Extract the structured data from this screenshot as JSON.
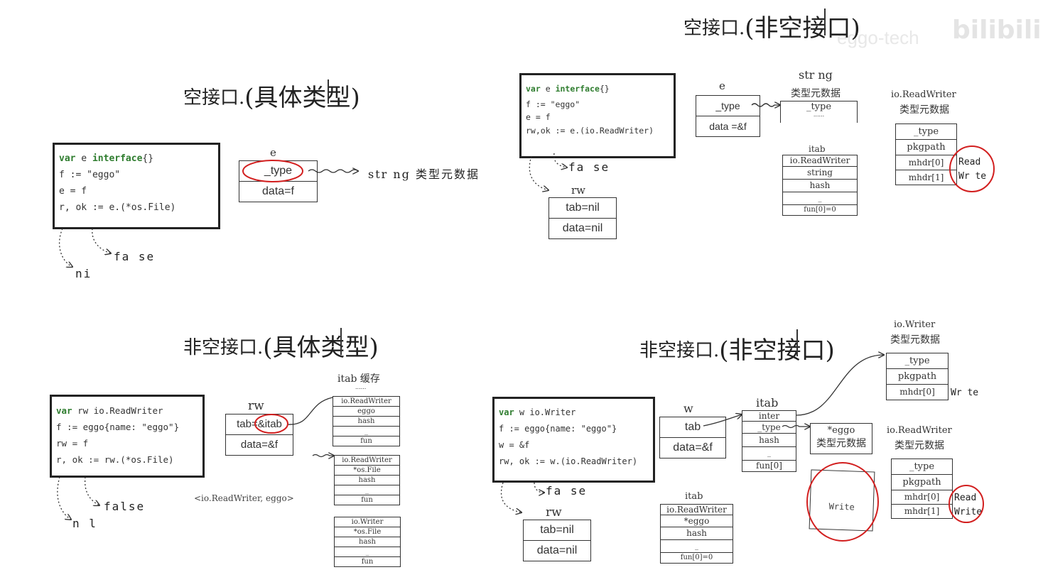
{
  "watermark": {
    "text": "eggo-tech",
    "logo": "bilibili"
  },
  "q1": {
    "title": "空接口.",
    "title_paren": "(具体类型)",
    "code": {
      "l1_kw1": "var",
      "l1_mid": " e ",
      "l1_kw2": "interface",
      "l1_end": "{}",
      "l2": "f := \"eggo\"",
      "l3": "e = f",
      "l4": "r, ok := e.(*os.File)"
    },
    "result_false": "fa se",
    "result_nil": "ni",
    "var_e": {
      "name": "e",
      "type": "_type",
      "data": "data=f"
    },
    "meta": "str ng  类型元数据"
  },
  "q2": {
    "title": "空接口.",
    "title_paren": "(非空接口)",
    "code": {
      "l1_kw1": "var",
      "l1_mid": " e ",
      "l1_kw2": "interface",
      "l1_end": "{}",
      "l2": "f := \"eggo\"",
      "l3": "e = f",
      "l4": "rw,ok := e.(io.ReadWriter)"
    },
    "result_false": "fa se",
    "rw": {
      "name": "rw",
      "tab": "tab=nil",
      "data": "data=nil"
    },
    "var_e": {
      "name": "e",
      "type": "_type",
      "data": "data =&f"
    },
    "string_meta": {
      "title1": "str ng",
      "title2": "类型元数据",
      "type": "_type",
      "dots": "......"
    },
    "itab": {
      "title": "itab",
      "rows": [
        "io.ReadWriter",
        "string",
        "hash",
        "_",
        "fun[0]=0"
      ]
    },
    "rwmeta": {
      "title1": "io.ReadWriter",
      "title2": "类型元数据",
      "rows": [
        "_type",
        "pkgpath",
        "mhdr[0]",
        "mhdr[1]"
      ],
      "m0": "Read",
      "m1": "Wr te"
    }
  },
  "q3": {
    "title": "非空接口.",
    "title_paren": "(具体类型)",
    "code": {
      "l1_kw1": "var",
      "l1_rest": " rw io.ReadWriter",
      "l2": "f := eggo{name: \"eggo\"}",
      "l3": "rw = f",
      "l4": "r, ok := rw.(*os.File)"
    },
    "result_false": "false",
    "result_nil": "n l",
    "rw": {
      "name": "rw",
      "tab": "tab=&itab",
      "data": "data=&f"
    },
    "cache_title": "itab 缓存",
    "cache_dots": "......",
    "cache1": [
      "io.ReadWriter",
      "eggo",
      "hash",
      "_",
      "fun"
    ],
    "cache2": [
      "io.ReadWriter",
      "*os.File",
      "hash",
      "_",
      "fun"
    ],
    "cache3": [
      "io.Writer",
      "*os.File",
      "hash",
      "_",
      "fun"
    ],
    "pair": "<io.ReadWriter,  eggo>"
  },
  "q4": {
    "title": "非空接口.",
    "title_paren": "(非空接口)",
    "code": {
      "l1_kw1": "var",
      "l1_rest": " w io.Writer",
      "l2": "f := eggo{name: \"eggo\"}",
      "l3": "w = &f",
      "l4": "rw, ok := w.(io.ReadWriter)"
    },
    "result_false": "fa se",
    "rw": {
      "name": "rw",
      "tab": "tab=nil",
      "data": "data=nil"
    },
    "w": {
      "name": "w",
      "tab": "tab",
      "data": "data=&f"
    },
    "itab": {
      "title": "itab",
      "rows": [
        "inter",
        "_type",
        "hash",
        "_",
        "fun[0]"
      ]
    },
    "eggo_meta": {
      "line1": "*eggo",
      "line2": "类型元数据"
    },
    "write_box": "Write",
    "itab2": {
      "title": "itab",
      "rows": [
        "io.ReadWriter",
        "*eggo",
        "hash",
        "_",
        "fun[0]=0"
      ]
    },
    "wmeta": {
      "title1": "io.Writer",
      "title2": "类型元数据",
      "rows": [
        "_type",
        "pkgpath",
        "mhdr[0]"
      ],
      "m0": "Wr te"
    },
    "rwmeta": {
      "title1": "io.ReadWriter",
      "title2": "类型元数据",
      "rows": [
        "_type",
        "pkgpath",
        "mhdr[0]",
        "mhdr[1]"
      ],
      "m0": "Read",
      "m1": "Write"
    }
  }
}
